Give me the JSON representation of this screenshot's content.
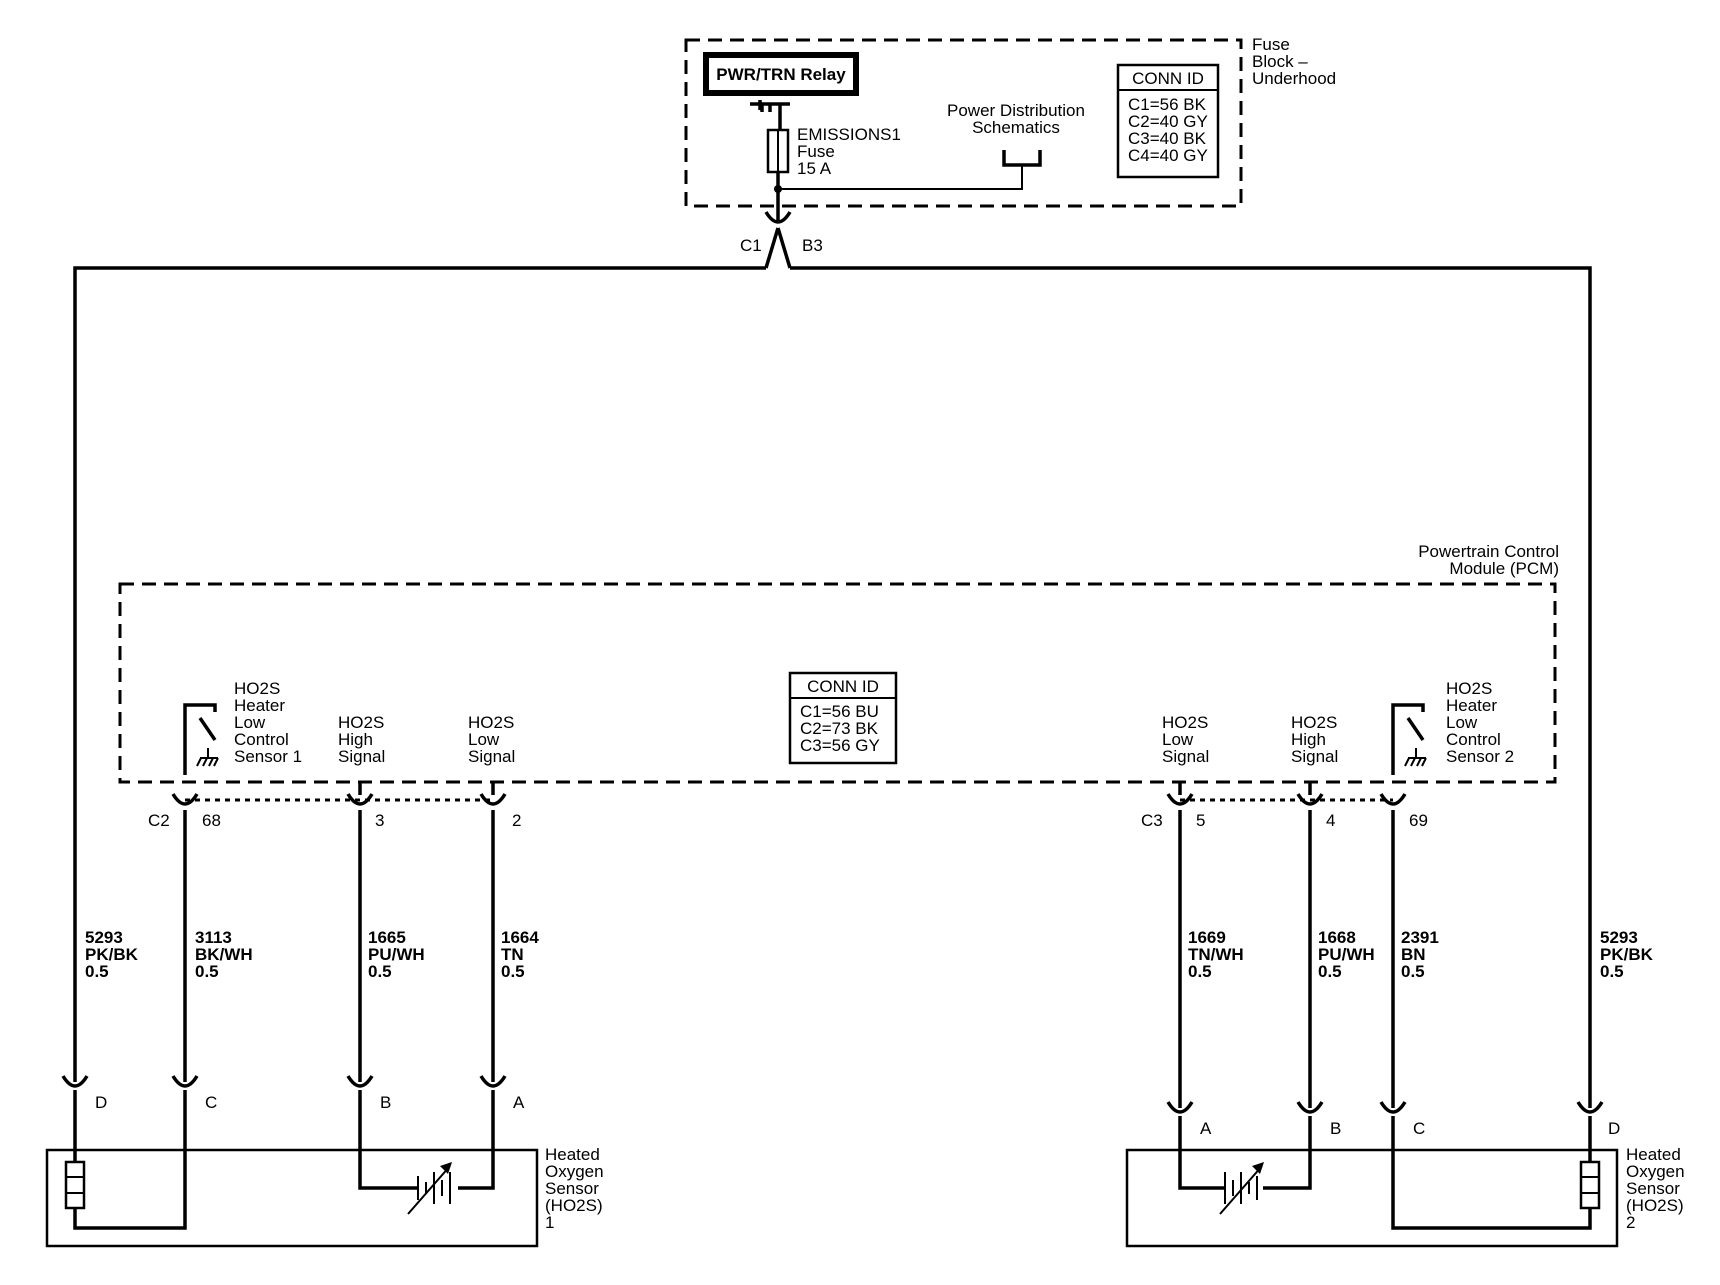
{
  "fuse_block": {
    "title": [
      "Fuse",
      "Block –",
      "Underhood"
    ],
    "relay_label": "PWR/TRN Relay",
    "fuse_label": [
      "EMISSIONS1",
      "Fuse",
      "15 A"
    ],
    "power_dist": [
      "Power Distribution",
      "Schematics"
    ],
    "conn_id": {
      "title": "CONN ID",
      "lines": [
        "C1=56 BK",
        "C2=40 GY",
        "C3=40 BK",
        "C4=40 GY"
      ]
    },
    "connector_c1": "C1",
    "connector_b3": "B3"
  },
  "pcm": {
    "title": [
      "Powertrain Control",
      "Module (PCM)"
    ],
    "conn_id": {
      "title": "CONN ID",
      "lines": [
        "C1=56 BU",
        "C2=73 BK",
        "C3=56 GY"
      ]
    },
    "left_signals": {
      "heater": [
        "HO2S",
        "Heater",
        "Low",
        "Control",
        "Sensor 1"
      ],
      "high": [
        "HO2S",
        "High",
        "Signal"
      ],
      "low": [
        "HO2S",
        "Low",
        "Signal"
      ]
    },
    "right_signals": {
      "low": [
        "HO2S",
        "Low",
        "Signal"
      ],
      "high": [
        "HO2S",
        "High",
        "Signal"
      ],
      "heater": [
        "HO2S",
        "Heater",
        "Low",
        "Control",
        "Sensor 2"
      ]
    },
    "left_connector": "C2",
    "left_pins": [
      "68",
      "3",
      "2"
    ],
    "right_connector": "C3",
    "right_pins": [
      "5",
      "4",
      "69"
    ]
  },
  "wires_left": [
    {
      "circuit": "5293",
      "color": "PK/BK",
      "gauge": "0.5"
    },
    {
      "circuit": "3113",
      "color": "BK/WH",
      "gauge": "0.5"
    },
    {
      "circuit": "1665",
      "color": "PU/WH",
      "gauge": "0.5"
    },
    {
      "circuit": "1664",
      "color": "TN",
      "gauge": "0.5"
    }
  ],
  "wires_right": [
    {
      "circuit": "1669",
      "color": "TN/WH",
      "gauge": "0.5"
    },
    {
      "circuit": "1668",
      "color": "PU/WH",
      "gauge": "0.5"
    },
    {
      "circuit": "2391",
      "color": "BN",
      "gauge": "0.5"
    },
    {
      "circuit": "5293",
      "color": "PK/BK",
      "gauge": "0.5"
    }
  ],
  "sensor1": {
    "label": [
      "Heated",
      "Oxygen",
      "Sensor",
      "(HO2S)",
      "1"
    ],
    "pins": [
      "D",
      "C",
      "B",
      "A"
    ]
  },
  "sensor2": {
    "label": [
      "Heated",
      "Oxygen",
      "Sensor",
      "(HO2S)",
      "2"
    ],
    "pins": [
      "A",
      "B",
      "C",
      "D"
    ]
  }
}
